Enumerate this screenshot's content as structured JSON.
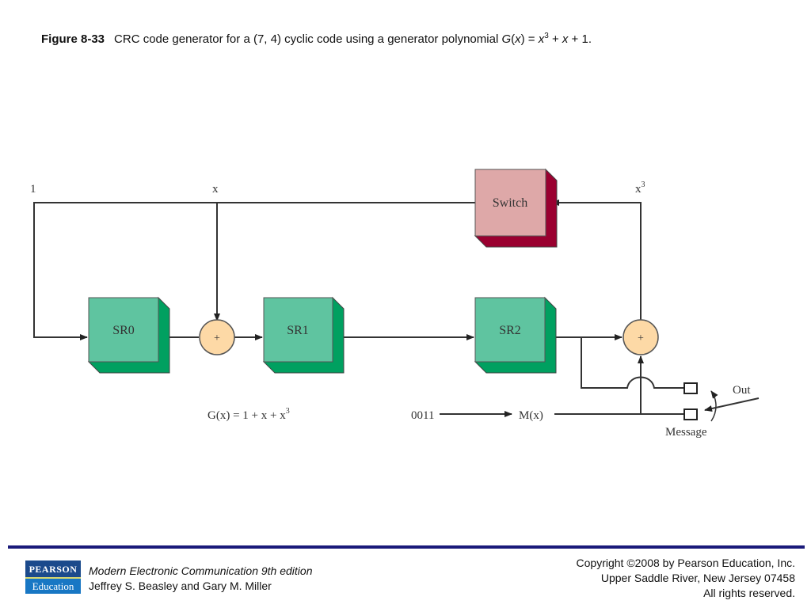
{
  "caption": {
    "figure_label": "Figure 8-33",
    "text": "CRC code generator for a (7, 4) cyclic code using a generator polynomial ",
    "poly_G": "G",
    "poly_x": "x",
    "poly_rest1": ") = ",
    "poly_x3": "x",
    "poly_sup": "3",
    "poly_rest2": " + ",
    "poly_x1": "x",
    "poly_end": " + 1."
  },
  "diagram": {
    "tap_labels": {
      "one": "1",
      "x": "x",
      "x3_base": "x",
      "x3_sup": "3"
    },
    "switch_label": "Switch",
    "registers": [
      "SR0",
      "SR1",
      "SR2"
    ],
    "xor_symbol": "+",
    "generator_eq": "G(x) = 1 + x + x",
    "generator_sup": "3",
    "message_bits": "0011",
    "message_label": "M(x)",
    "out_label": "Out",
    "message_port_label": "Message",
    "colors": {
      "register_face": "#5fc4a0",
      "register_side": "#00a060",
      "switch_face": "#dea8a8",
      "switch_side": "#9a0030",
      "xor_fill": "#fdd9a6"
    }
  },
  "footer": {
    "logo_top": "PEARSON",
    "logo_bottom": "Education",
    "book_title": "Modern Electronic Communication 9th edition",
    "authors": "Jeffrey S. Beasley and Gary M. Miller",
    "copyright": "Copyright ©2008 by Pearson Education, Inc.",
    "address": "Upper Saddle River, New Jersey 07458",
    "rights": "All rights reserved."
  }
}
